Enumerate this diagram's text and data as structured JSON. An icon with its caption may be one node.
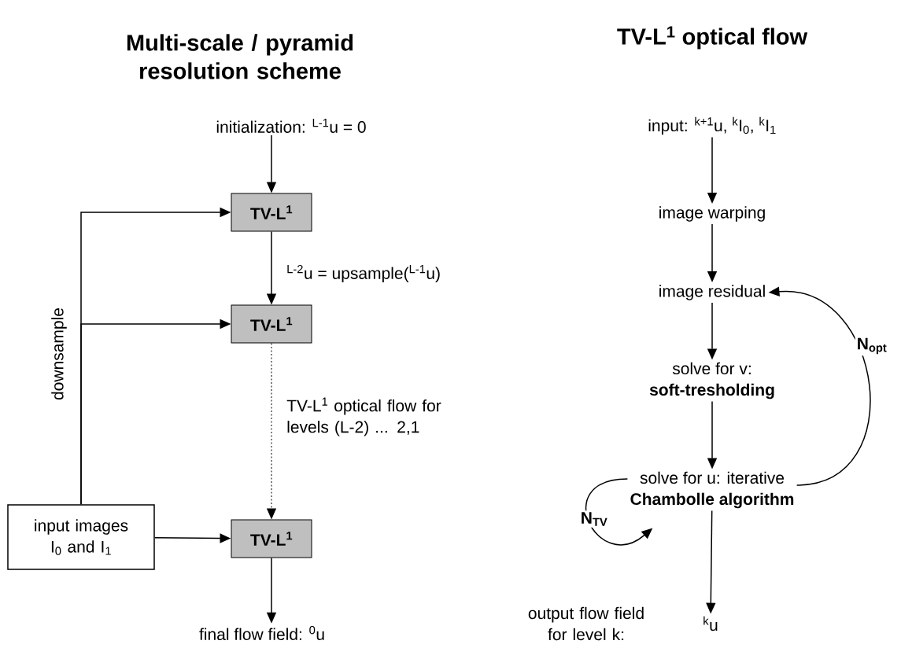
{
  "diagram": {
    "nodes": [
      {
        "text": [
          "initialization: $^{L-1}$u = 0"
        ]
      },
      {
        "text": [
          "TV-L$^{1}$"
        ]
      },
      {
        "text": [
          "TV-L$^{1}$"
        ]
      },
      {
        "text": [
          "TV-L$^{1}$"
        ]
      },
      {
        "text": [
          "input images I$_{0}$ and I$_{1}$"
        ]
      },
      {
        "text": [
          "final flow field: $^{0}$u"
        ]
      },
      {
        "text": [
          "input: $^{k+1}$u, $^{k}$I$_{0}$, $^{k}$I$_{1}$"
        ]
      },
      {
        "text": [
          "image warping"
        ]
      },
      {
        "text": [
          "image residual"
        ]
      },
      {
        "text": [
          "solve for v:",
          "soft-tresholding"
        ]
      },
      {
        "text": [
          "solve for u: iterative",
          "Chambolle algorithm"
        ]
      },
      {
        "text": [
          "$^{k}$u"
        ],
        "beside": [
          "output flow field for level k:"
        ]
      }
    ],
    "edges": [
      {
        "from": 0,
        "to": 1,
        "arrow": "to"
      },
      {
        "from": 1,
        "to": 2,
        "arrow": "to",
        "label": "$^{L-2}$u = upsample($^{L-1}$u)"
      },
      {
        "from": 2,
        "to": 3,
        "arrow": "to",
        "style": "dashed",
        "label": "TV-L$^{1}$ optical flow for levels (L-2) ... 2,1"
      },
      {
        "from": 4,
        "to": 1,
        "arrow": "to"
      },
      {
        "from": 4,
        "to": 2,
        "arrow": "to"
      },
      {
        "from": 4,
        "to": 3,
        "arrow": "to"
      },
      {
        "from": 3,
        "to": 5,
        "arrow": "to"
      },
      {
        "from": 6,
        "to": 7,
        "arrow": "to"
      },
      {
        "from": 7,
        "to": 8,
        "arrow": "to"
      },
      {
        "from": 8,
        "to": 9,
        "arrow": "to"
      },
      {
        "from": 9,
        "to": 10,
        "arrow": "to"
      },
      {
        "from": 10,
        "to": 11,
        "arrow": "to"
      },
      {
        "from": 10,
        "to": 8,
        "arrow": "to",
        "label": "N$_{opt}$"
      },
      {
        "from": 10,
        "to": 10,
        "arrow": "to",
        "label": "N$_{TV}$"
      }
    ],
    "labels": [
      "Multi-scale / pyramid resolution scheme",
      "TV-L$^{1}$ optical flow",
      "downsample"
    ]
  }
}
